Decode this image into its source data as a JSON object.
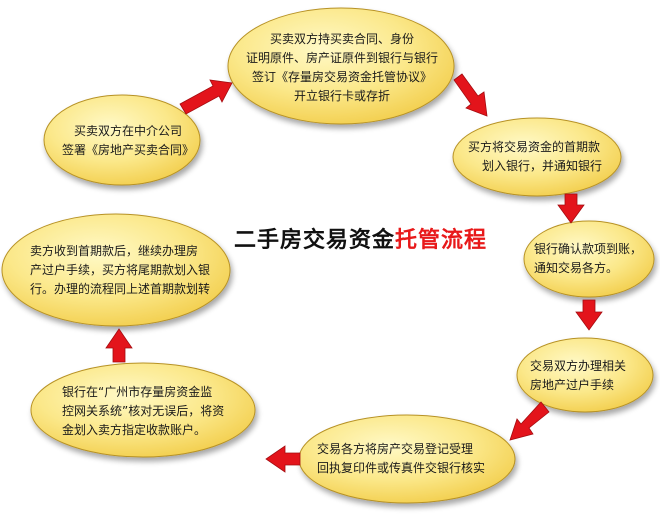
{
  "title": {
    "main": "二手房交易资金",
    "accent": "托管流程"
  },
  "colors": {
    "bubble_light": "#fff9c6",
    "bubble_dark": "#f2cd4b",
    "bubble_edge": "#b79225",
    "arrow": "#e3141b",
    "accent": "#e8191a"
  },
  "steps": [
    {
      "lines": [
        "买卖双方在中介公司",
        "签署《房地产买卖合同》"
      ]
    },
    {
      "lines": [
        "买卖双方持买卖合同、身份",
        "证明原件、房产证原件到银行与银行",
        "签订《存量房交易资金托管协议》",
        "开立银行卡或存折"
      ]
    },
    {
      "lines": [
        "买方将交易资金的首期款",
        "划入银行，并通知银行"
      ]
    },
    {
      "lines": [
        "银行确认款项到账，",
        "通知交易各方。"
      ]
    },
    {
      "lines": [
        "交易双方办理相关",
        "房地产过户手续"
      ]
    },
    {
      "lines": [
        "交易各方将房产交易登记受理",
        "回执复印件或传真件交银行核实"
      ]
    },
    {
      "lines": [
        "银行在“广州市存量房资金监",
        "控网关系统”核对无误后，将资",
        "金划入卖方指定收款账户。"
      ]
    },
    {
      "lines": [
        "卖方收到首期款后，继续办理房",
        "产过户手续，买方将尾期款划入银",
        "行。办理的流程同上述首期款划转"
      ]
    }
  ]
}
